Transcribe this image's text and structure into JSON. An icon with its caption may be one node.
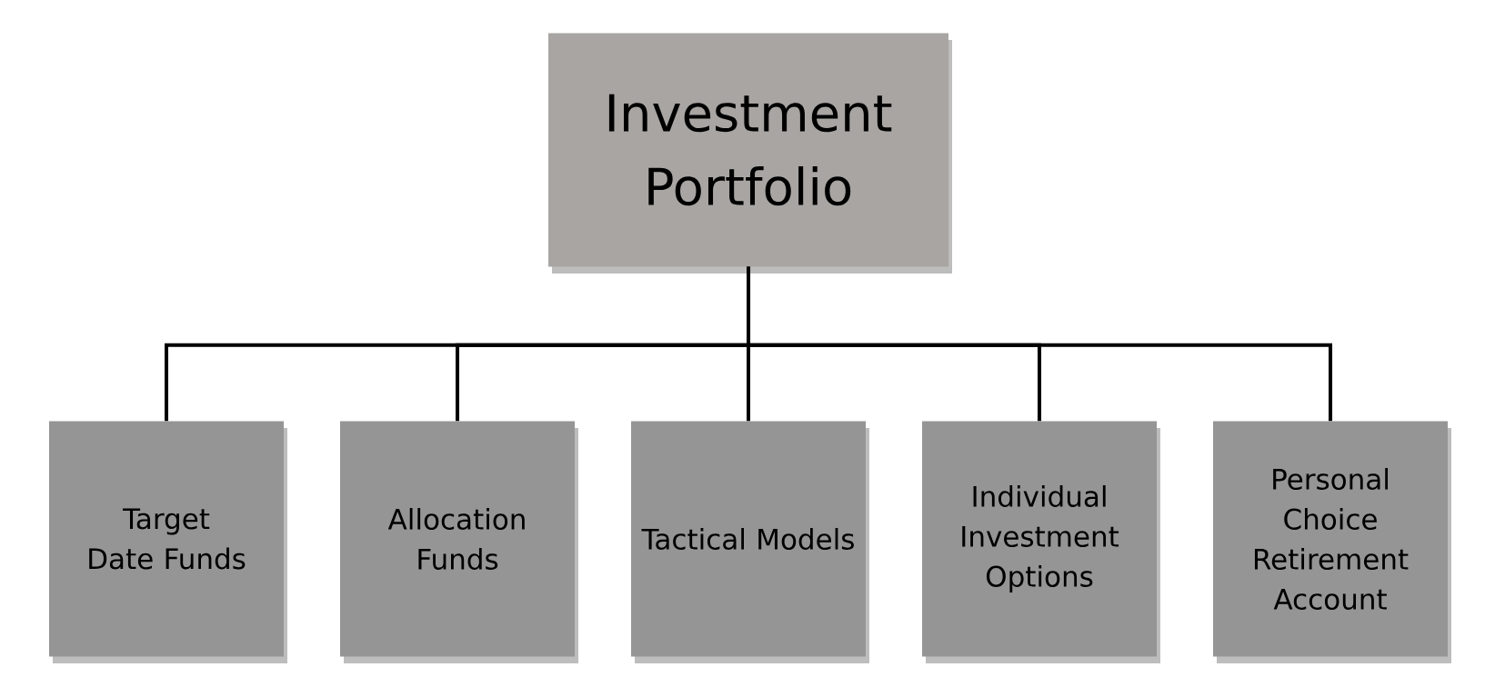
{
  "diagram": {
    "nodes": [
      {
        "text": [
          "Investment Portfolio"
        ]
      },
      {
        "text": [
          "Target Date Funds"
        ]
      },
      {
        "text": [
          "Allocation Funds"
        ]
      },
      {
        "text": [
          "Tactical Models"
        ]
      },
      {
        "text": [
          "Individual Investment Options"
        ]
      },
      {
        "text": [
          "Personal Choice Retirement Account"
        ]
      }
    ],
    "edges": [
      {
        "from": 0,
        "to": 1,
        "arrow": "none"
      },
      {
        "from": 0,
        "to": 2,
        "arrow": "none"
      },
      {
        "from": 0,
        "to": 3,
        "arrow": "none"
      },
      {
        "from": 0,
        "to": 4,
        "arrow": "none"
      },
      {
        "from": 0,
        "to": 5,
        "arrow": "none"
      }
    ]
  }
}
